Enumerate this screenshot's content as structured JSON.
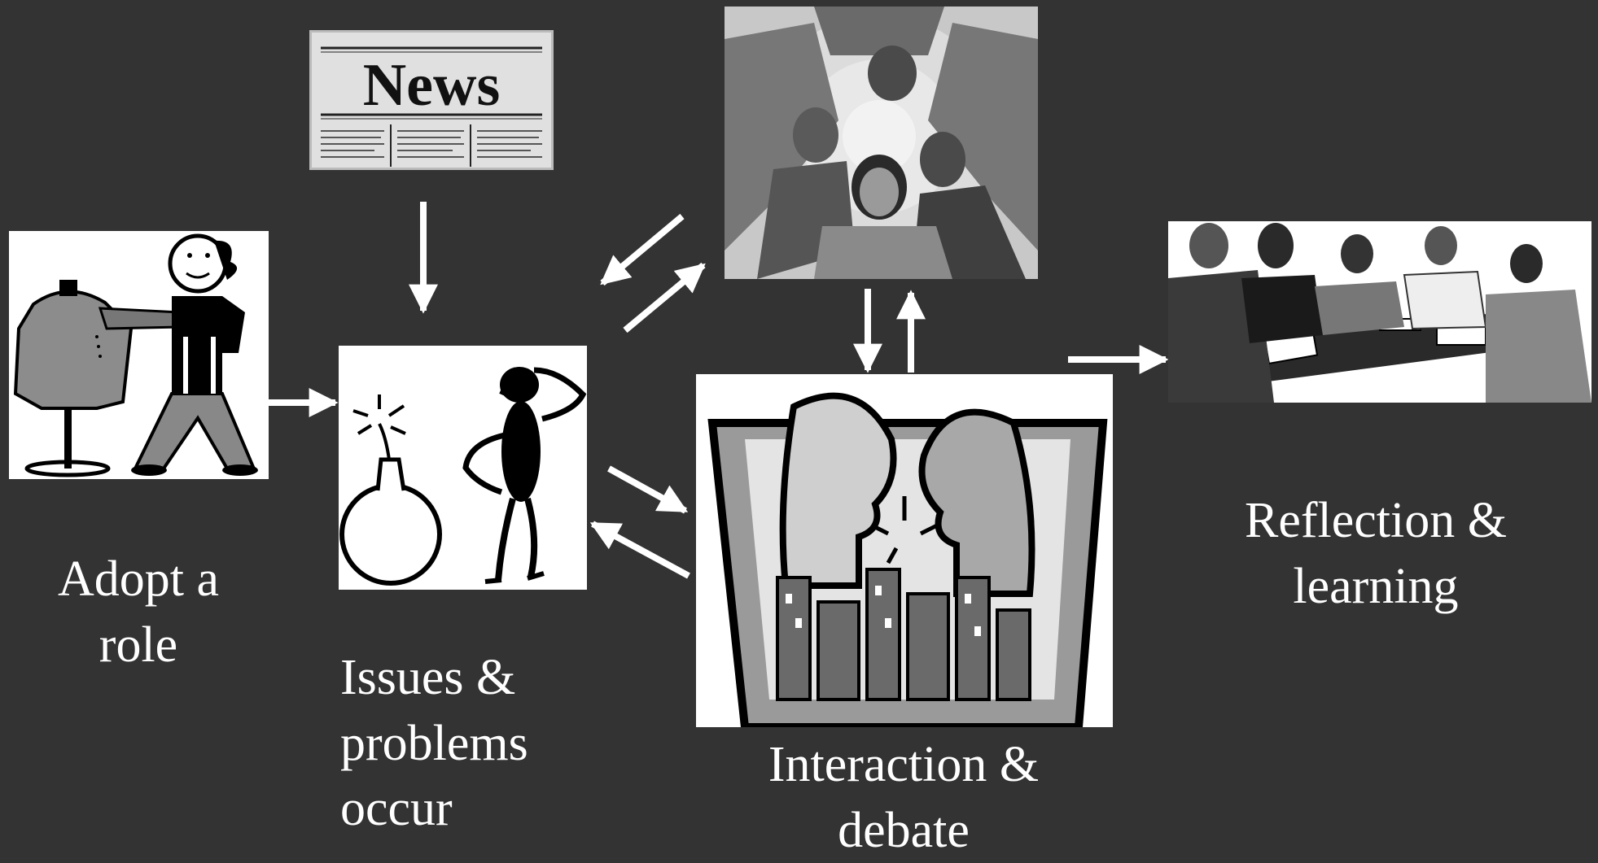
{
  "news_text": "News",
  "labels": {
    "adopt_role": "Adopt a\nrole",
    "issues": "Issues &\nproblems\noccur",
    "interaction": "Interaction &\ndebate",
    "reflection": "Reflection &\nlearning"
  },
  "colors": {
    "background": "#333333",
    "arrow": "#ffffff",
    "text": "#ffffff"
  }
}
